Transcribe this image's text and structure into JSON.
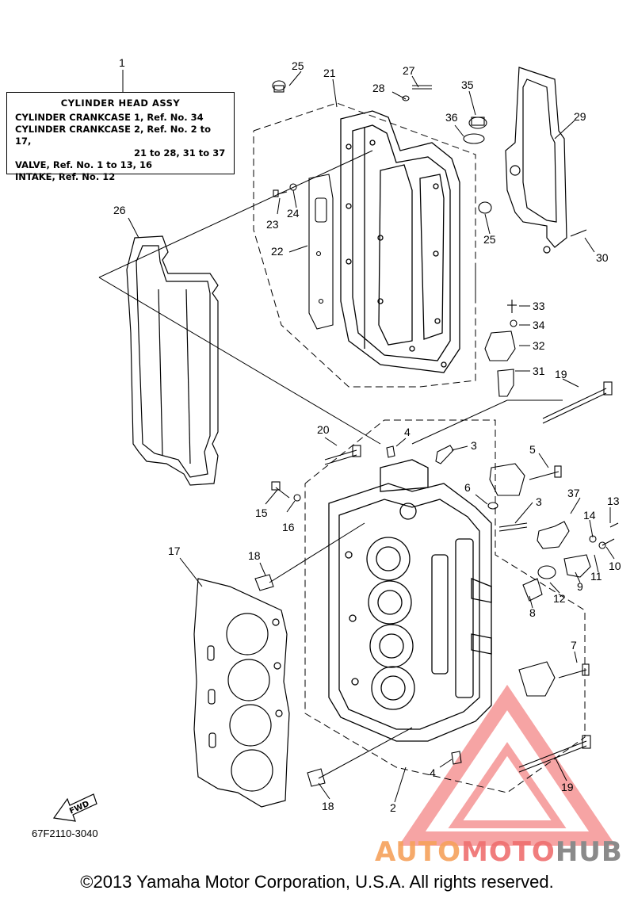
{
  "legend": {
    "title": "CYLINDER HEAD ASSY",
    "lines": [
      "CYLINDER CRANKCASE 1,  Ref. No. 34",
      "CYLINDER CRANKCASE 2,  Ref. No. 2 to 17,",
      "21 to 28, 31 to 37",
      "VALVE,  Ref. No. 1 to 13, 16",
      "INTAKE, Ref. No. 12"
    ]
  },
  "refs": {
    "r1": "1",
    "r2": "2",
    "r3a": "3",
    "r3b": "3",
    "r4a": "4",
    "r4b": "4",
    "r5": "5",
    "r6": "6",
    "r7": "7",
    "r8": "8",
    "r9": "9",
    "r10": "10",
    "r11": "11",
    "r12": "12",
    "r13": "13",
    "r14": "14",
    "r15": "15",
    "r16": "16",
    "r17": "17",
    "r18a": "18",
    "r18b": "18",
    "r19a": "19",
    "r19b": "19",
    "r20": "20",
    "r21": "21",
    "r22": "22",
    "r23": "23",
    "r24": "24",
    "r25a": "25",
    "r25b": "25",
    "r26": "26",
    "r27": "27",
    "r28": "28",
    "r29": "29",
    "r30": "30",
    "r31": "31",
    "r32": "32",
    "r33": "33",
    "r34": "34",
    "r35": "35",
    "r36": "36",
    "r37": "37"
  },
  "fwd": "FWD",
  "diagram_code": "67F2110-3040",
  "copyright": "©2013 Yamaha Motor Corporation, U.S.A. All rights reserved.",
  "watermark": {
    "part1": "AUTO",
    "part2": "MOTO",
    "part3": "HUB"
  },
  "colors": {
    "watermark_orange": "#f6a15c",
    "watermark_red": "#ef6f6f",
    "watermark_gray": "#8a8a8a"
  }
}
